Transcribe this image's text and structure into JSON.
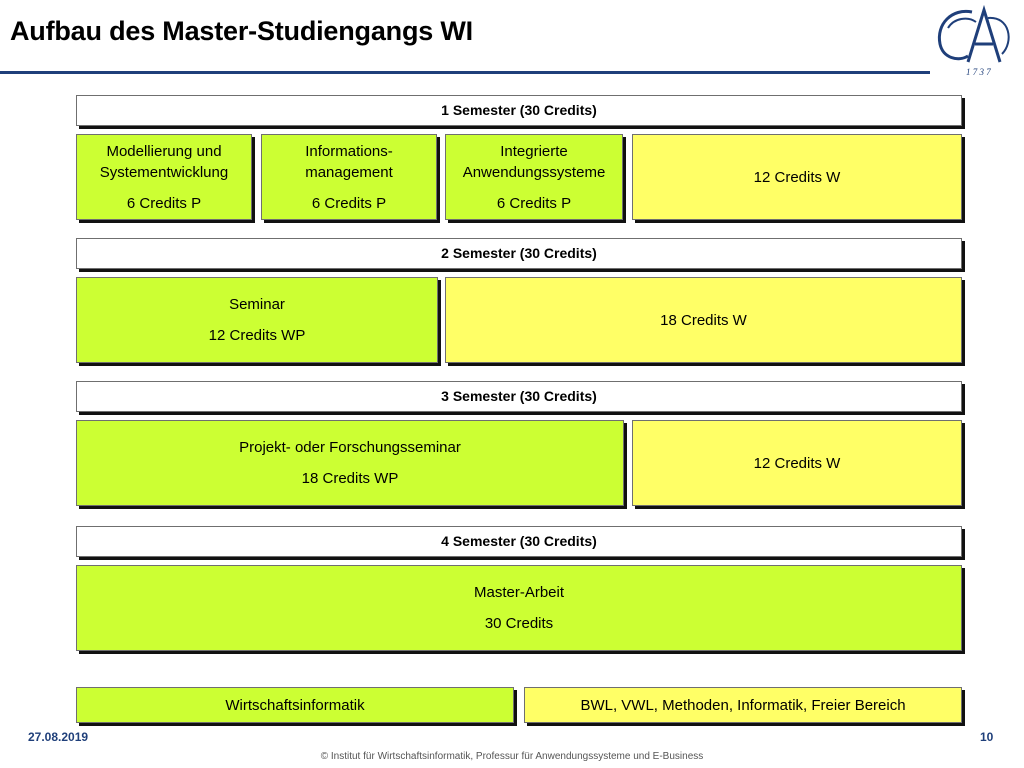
{
  "header": {
    "title": "Aufbau des Master-Studiengangs WI"
  },
  "logo": {
    "icon": "goettingen-university-seal-icon",
    "year": "1 7 3 7"
  },
  "semesters": [
    {
      "label": "1 Semester (30 Credits)",
      "modules": [
        {
          "name_line1": "Modellierung und",
          "name_line2": "Systementwicklung",
          "credits": "6 Credits P"
        },
        {
          "name_line1": "Informations-",
          "name_line2": "management",
          "credits": "6 Credits P"
        },
        {
          "name_line1": "Integrierte",
          "name_line2": "Anwendungssysteme",
          "credits": "6 Credits P"
        },
        {
          "credits": "12 Credits W"
        }
      ]
    },
    {
      "label": "2 Semester (30 Credits)",
      "modules": [
        {
          "name": "Seminar",
          "credits": "12 Credits WP"
        },
        {
          "credits": "18 Credits W"
        }
      ]
    },
    {
      "label": "3 Semester (30 Credits)",
      "modules": [
        {
          "name": "Projekt- oder Forschungsseminar",
          "credits": "18 Credits WP"
        },
        {
          "credits": "12 Credits W"
        }
      ]
    },
    {
      "label": "4 Semester (30 Credits)",
      "modules": [
        {
          "name": "Master-Arbeit",
          "credits": "30 Credits"
        }
      ]
    }
  ],
  "legend": {
    "wi": "Wirtschaftsinformatik",
    "other": "BWL, VWL, Methoden, Informatik, Freier Bereich"
  },
  "colors": {
    "wi_green": "#ccff33",
    "other_yellow": "#ffff66",
    "accent_blue": "#1f3f7a"
  },
  "footer": {
    "date": "27.08.2019",
    "page": "10",
    "copyright": "© Institut für Wirtschaftsinformatik, Professur für Anwendungssysteme und E-Business"
  }
}
